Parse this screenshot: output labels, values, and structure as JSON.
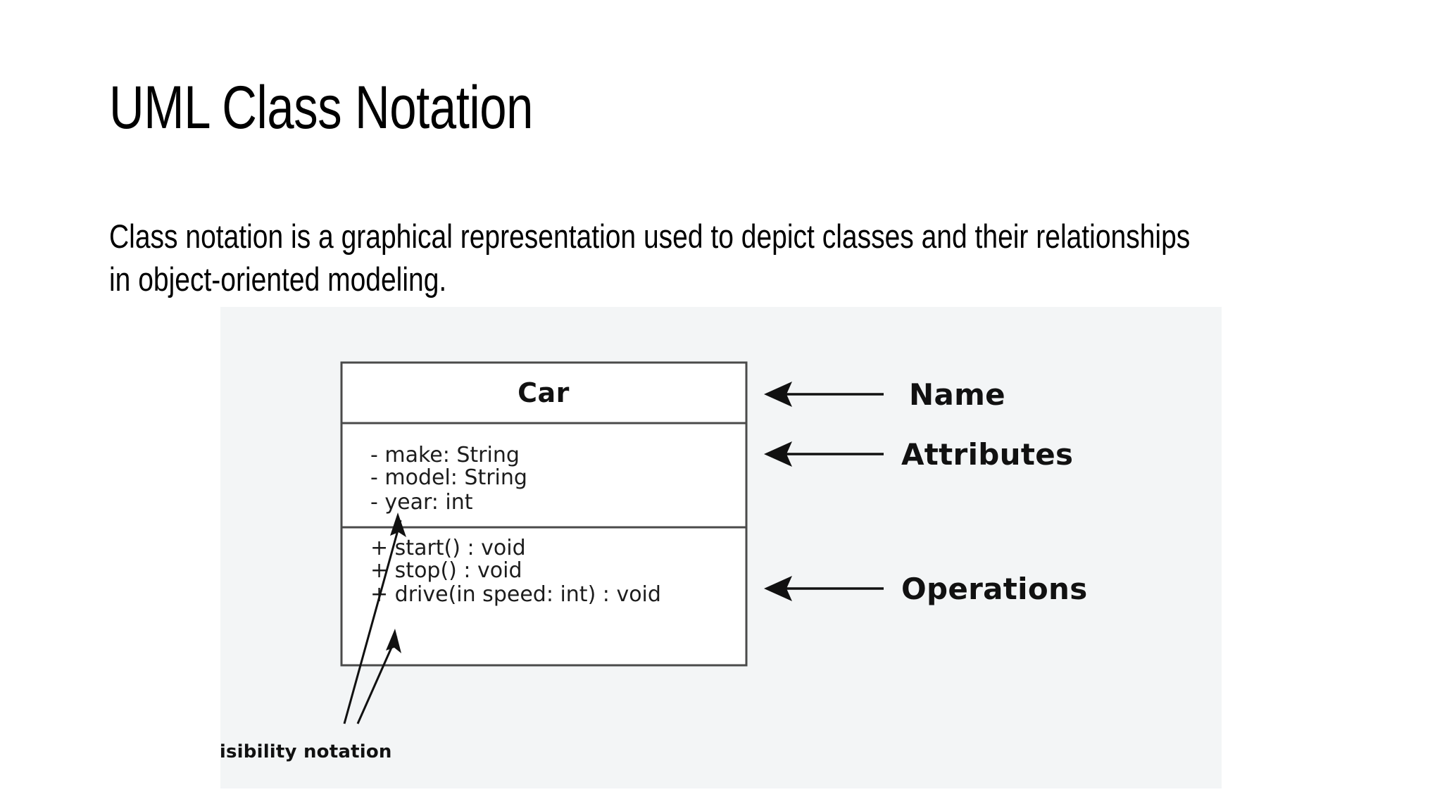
{
  "slide": {
    "title": "UML Class Notation",
    "body": "Class notation is a graphical representation used to depict classes and their relationships in object-oriented modeling."
  },
  "diagram": {
    "background_color": "#f3f5f6",
    "border_color": "#4a4a4a",
    "class_box": {
      "name": "Car",
      "attributes": [
        "- make: String",
        "- model: String",
        "- year: int"
      ],
      "operations": [
        "+ start() : void",
        "+ stop() : void",
        "+ drive(in speed: int) : void"
      ]
    },
    "callouts": [
      {
        "label": "Name"
      },
      {
        "label": "Attributes"
      },
      {
        "label": "Operations"
      }
    ],
    "visibility_note": "Visibility notation"
  }
}
